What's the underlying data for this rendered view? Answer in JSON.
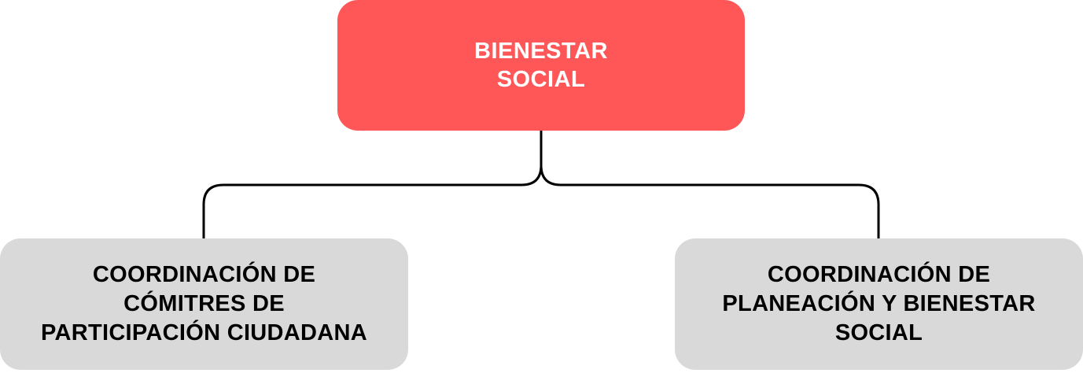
{
  "root": {
    "label": "BIENESTAR\nSOCIAL",
    "color": "#ff5757"
  },
  "children": [
    {
      "label": "COORDINACIÓN DE\nCÓMITRES DE\nPARTICIPACIÓN CIUDADANA",
      "color": "#d9d9d9"
    },
    {
      "label": "COORDINACIÓN DE\nPLANEACIÓN Y BIENESTAR\nSOCIAL",
      "color": "#d9d9d9"
    }
  ],
  "connector_color": "#000000"
}
